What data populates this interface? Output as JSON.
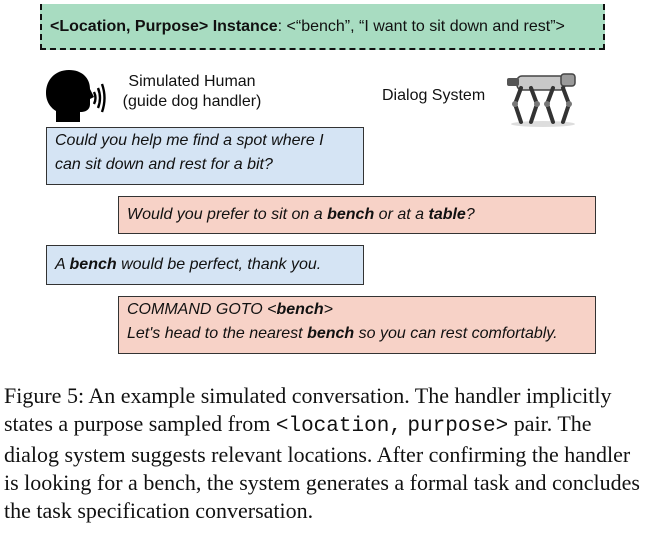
{
  "instance": {
    "label": "<Location, Purpose> Instance",
    "text": ": <“bench”, “I want to sit down and rest”>"
  },
  "human": {
    "line1": "Simulated Human",
    "line2": "(guide dog handler)",
    "icon": "speaking-head-icon"
  },
  "system": {
    "label": "Dialog System",
    "icon": "quadruped-robot-icon"
  },
  "messages": {
    "m1": {
      "line1": "Could you help me find a spot where I",
      "line2": "can sit down and rest for a bit?"
    },
    "m2": {
      "pre": "Would you prefer to sit on a ",
      "b1": "bench",
      "mid": " or at a ",
      "b2": "table",
      "post": "?"
    },
    "m3": {
      "pre": "A ",
      "b1": "bench",
      "post": " would be perfect, thank you."
    },
    "m4": {
      "cmd": "COMMAND GOTO <",
      "cmd_target": "bench",
      "cmd_end": ">",
      "pre": "Let's head to the nearest ",
      "b1": "bench",
      "post": " so you can rest comfortably."
    }
  },
  "caption": {
    "p1": "Figure 5: An example simulated conversation. The handler implicitly states a purpose sampled from ",
    "code1": "<location,",
    "code2": "purpose>",
    "p2": " pair. The dialog system suggests relevant locations. After confirming the handler is looking for a bench, the system generates a formal task and concludes the task specification conversation."
  }
}
